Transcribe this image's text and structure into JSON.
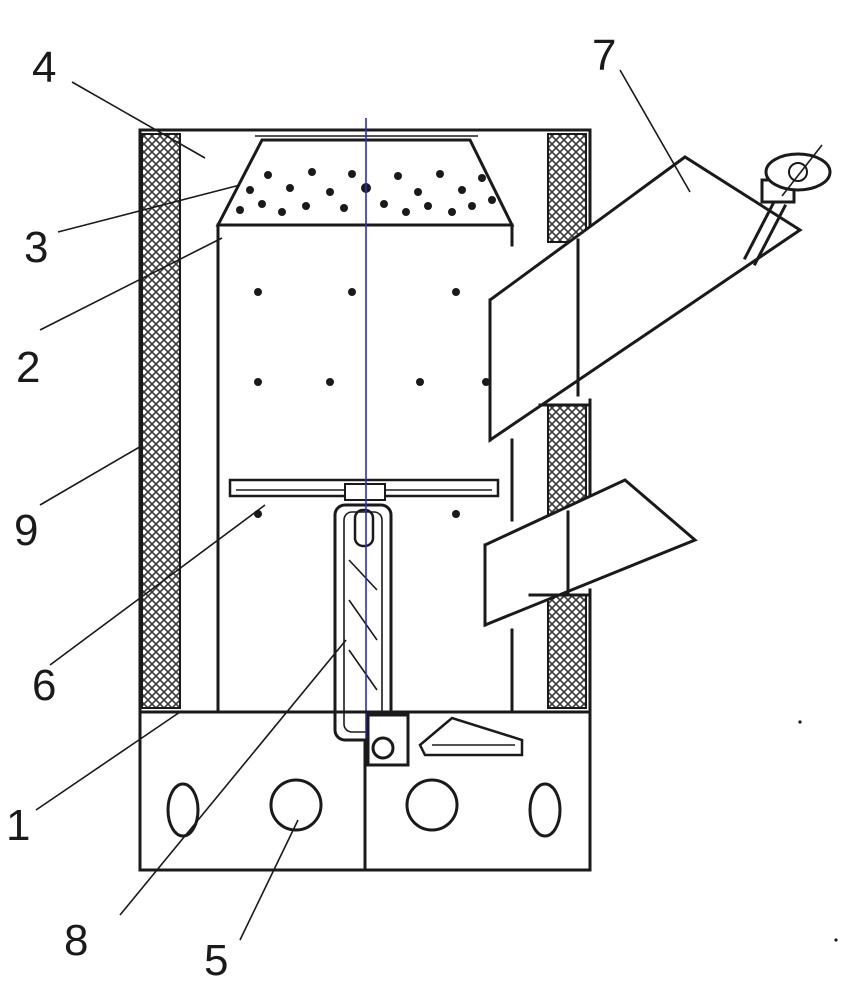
{
  "labels": {
    "l1": "1",
    "l2": "2",
    "l3": "3",
    "l4": "4",
    "l5": "5",
    "l6": "6",
    "l7": "7",
    "l8": "8",
    "l9": "9"
  },
  "colors": {
    "line": "#1a1a1a",
    "axis": "#2b2bd0",
    "insulation": "#4a4a4a",
    "background": "#ffffff"
  }
}
